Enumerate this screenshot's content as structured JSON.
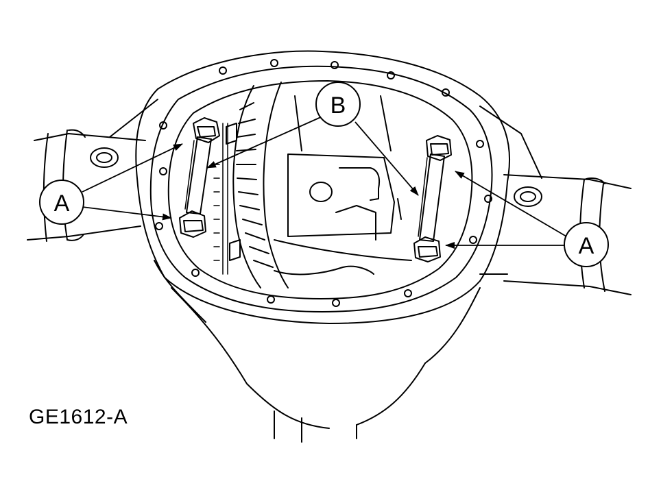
{
  "figure": {
    "code": "GE1612-A",
    "callouts": {
      "left_a": "A",
      "right_a": "A",
      "top_b": "B"
    }
  },
  "colors": {
    "line": "#000000",
    "background": "#ffffff"
  }
}
